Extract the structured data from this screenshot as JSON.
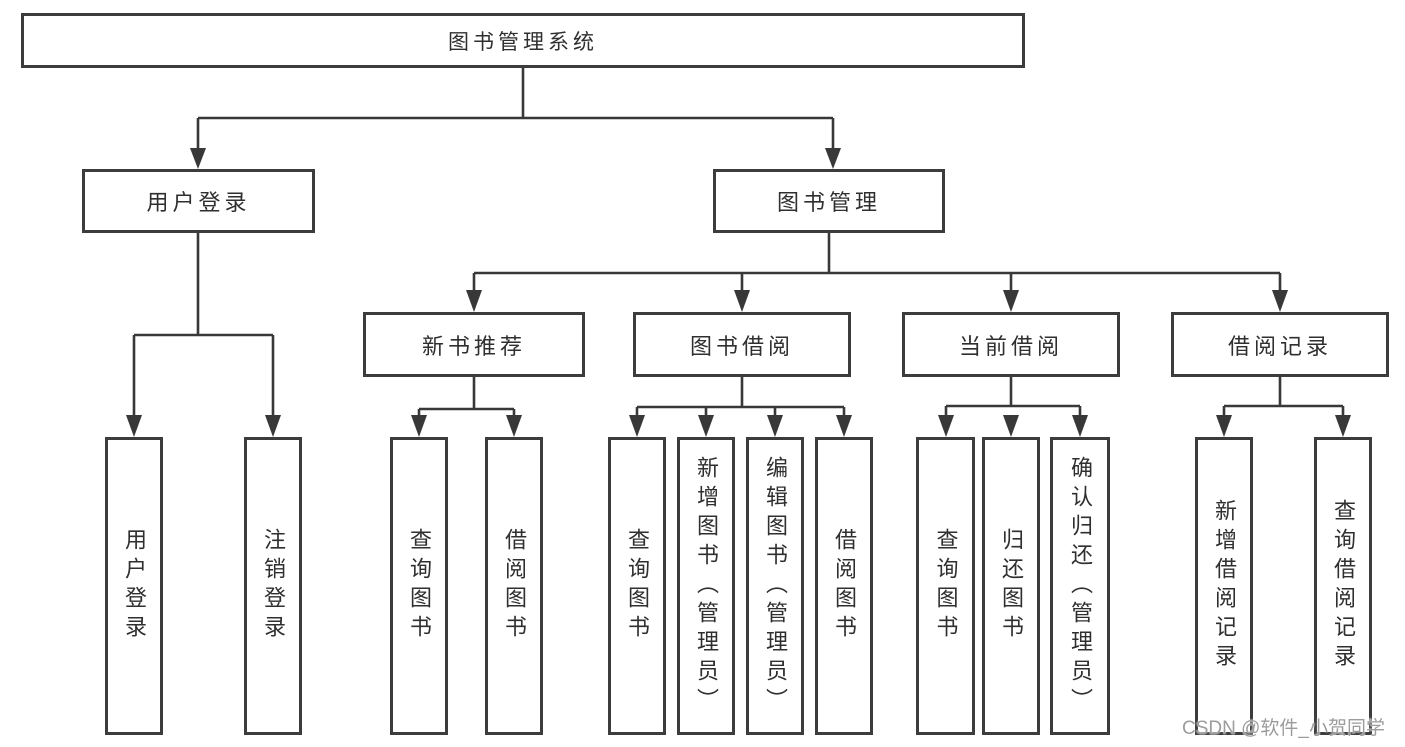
{
  "diagram": {
    "type": "function-structure-tree",
    "root": {
      "label": "图书管理系统"
    },
    "branches": [
      {
        "label": "用户登录",
        "leaves": [
          "用户登录",
          "注销登录"
        ]
      },
      {
        "label": "图书管理",
        "sections": [
          {
            "label": "新书推荐",
            "leaves": [
              "查询图书",
              "借阅图书"
            ]
          },
          {
            "label": "图书借阅",
            "leaves": [
              "查询图书",
              "新增图书（管理员）",
              "编辑图书（管理员）",
              "借阅图书"
            ]
          },
          {
            "label": "当前借阅",
            "leaves": [
              "查询图书",
              "归还图书",
              "确认归还（管理员）"
            ]
          },
          {
            "label": "借阅记录",
            "leaves": [
              "新增借阅记录",
              "查询借阅记录"
            ]
          }
        ]
      }
    ]
  },
  "colors": {
    "box_border": "#3c3c3c",
    "connector_line": "#383838",
    "text": "#2f2f2f",
    "watermark": "#9c9c9c",
    "background": "#ffffff"
  },
  "watermark": {
    "text": "CSDN @软件_小贺同学"
  }
}
